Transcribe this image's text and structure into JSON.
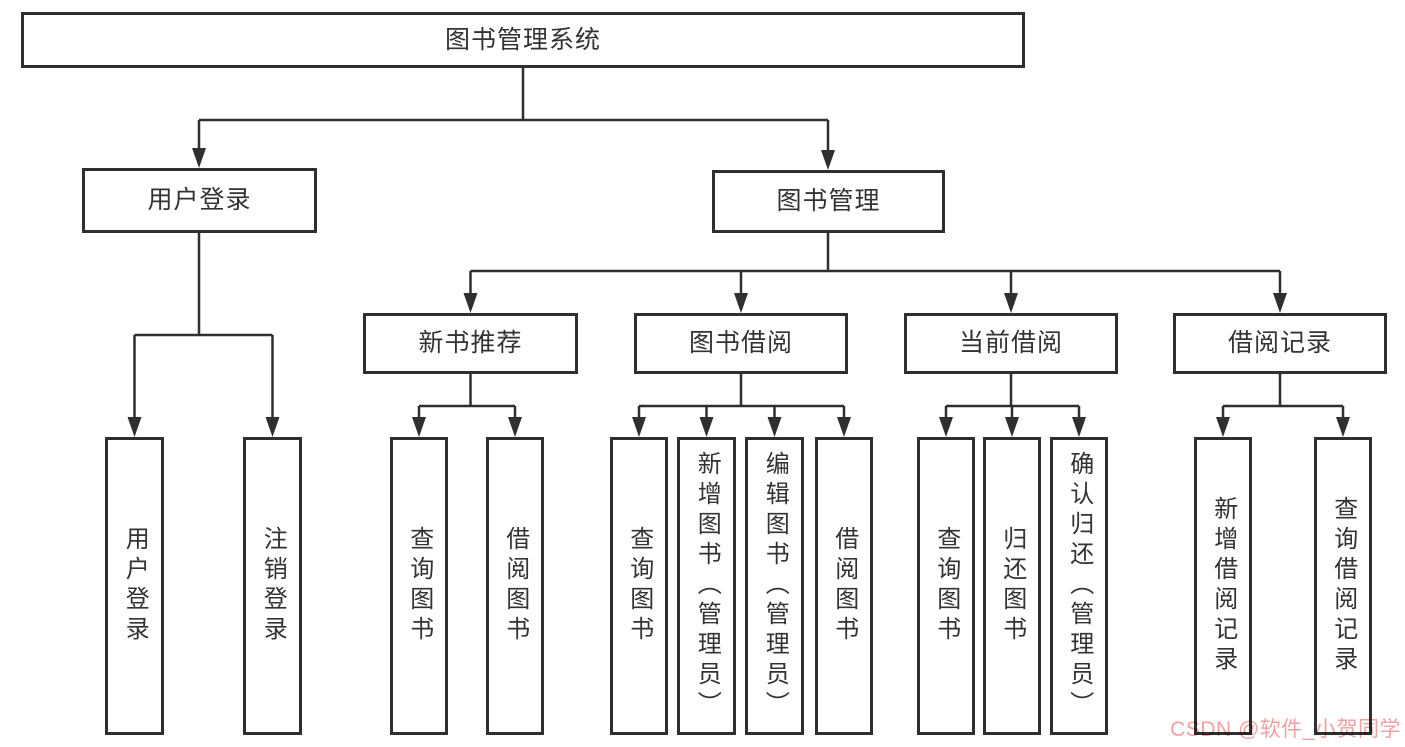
{
  "colors": {
    "line": "#2f2f2f",
    "box_border": "#2f2f2f",
    "box_bg": "#ffffff",
    "text": "#333333",
    "watermark": "#f2a0a0"
  },
  "watermark": {
    "text": "CSDN @软件_小贺同学"
  },
  "tree": {
    "label": "图书管理系统",
    "children": [
      {
        "label": "用户登录",
        "children": [
          {
            "label": "用户登录"
          },
          {
            "label": "注销登录"
          }
        ]
      },
      {
        "label": "图书管理",
        "children": [
          {
            "label": "新书推荐",
            "children": [
              {
                "label": "查询图书"
              },
              {
                "label": "借阅图书"
              }
            ]
          },
          {
            "label": "图书借阅",
            "children": [
              {
                "label": "查询图书"
              },
              {
                "label": "新增图书（管理员）"
              },
              {
                "label": "编辑图书（管理员）"
              },
              {
                "label": "借阅图书"
              }
            ]
          },
          {
            "label": "当前借阅",
            "children": [
              {
                "label": "查询图书"
              },
              {
                "label": "归还图书"
              },
              {
                "label": "确认归还（管理员）"
              }
            ]
          },
          {
            "label": "借阅记录",
            "children": [
              {
                "label": "新增借阅记录"
              },
              {
                "label": "查询借阅记录"
              }
            ]
          }
        ]
      }
    ]
  }
}
